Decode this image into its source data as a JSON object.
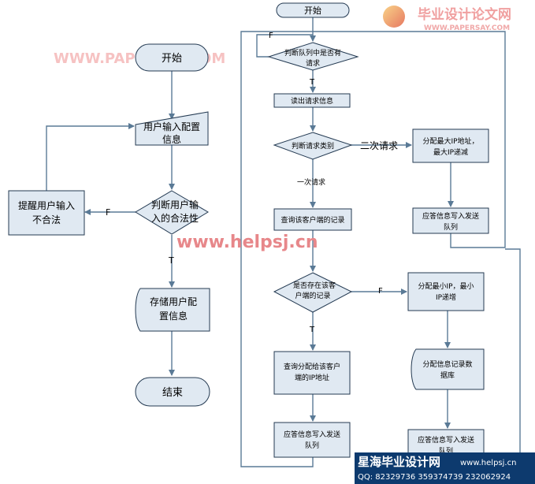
{
  "watermarks": {
    "top_logo_cn": "毕业设计论文网",
    "top_logo_url": "WWW.PAPERSAY.COM",
    "papersay": "WWW.PAPERSAY.COM",
    "helpsj": "www.helpsj.cn",
    "bottom_title": "星海毕业设计网",
    "bottom_url": "www.helpsj.cn",
    "bottom_qq": "QQ: 82329736  359374739  232062924"
  },
  "left_flow": {
    "start": "开始",
    "input_line1": "用户输入配置",
    "input_line2": "信息",
    "check_line1": "判断用户输",
    "check_line2": "入的合法性",
    "warn_line1": "提醒用户输入",
    "warn_line2": "不合法",
    "store_line1": "存储用户配",
    "store_line2": "置信息",
    "end": "结束",
    "label_false": "F",
    "label_true": "T"
  },
  "right_flow": {
    "start": "开始",
    "queue_line1": "判断队列中是否有",
    "queue_line2": "请求",
    "read": "读出请求信息",
    "type": "判断请求类别",
    "second": "二次请求",
    "first": "一次请求",
    "alloc_max_line1": "分配最大IP地址，",
    "alloc_max_line2": "最大IP递减",
    "resp_a_line1": "应答信息写入发送",
    "resp_a_line2": "队列",
    "query": "查询该客户端的记录",
    "exists_line1": "是否存在该客",
    "exists_line2": "户端的记录",
    "alloc_min_line1": "分配最小IP，最小",
    "alloc_min_line2": "IP递增",
    "db_line1": "分配信息记录数",
    "db_line2": "据库",
    "query_ip_line1": "查询分配给该客户",
    "query_ip_line2": "端的IP地址",
    "resp_b_line1": "应答信息写入发送",
    "resp_b_line2": "队列",
    "resp_c_line1": "应答信息写入发送",
    "resp_c_line2": "队列",
    "label_F1": "F",
    "label_T1": "T",
    "label_F2": "F",
    "label_T2": "T"
  }
}
